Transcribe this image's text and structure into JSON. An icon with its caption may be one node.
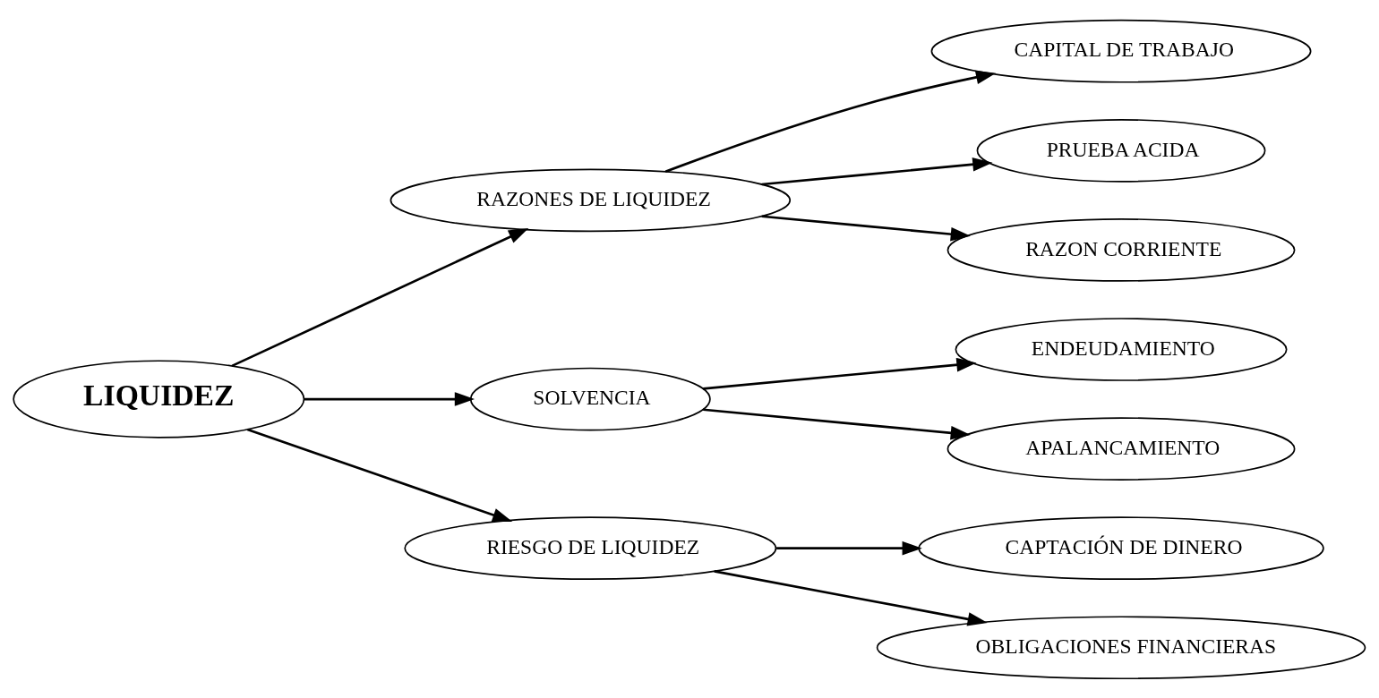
{
  "diagram": {
    "nodes": [
      {
        "text": [
          "CAPITAL DE TRABAJO"
        ]
      },
      {
        "text": [
          "PRUEBA ACIDA"
        ]
      },
      {
        "text": [
          "RAZON CORRIENTE"
        ]
      },
      {
        "text": [
          "RAZONES DE LIQUIDEZ"
        ]
      },
      {
        "text": [
          "ENDEUDAMIENTO"
        ]
      },
      {
        "text": [
          "LIQUIDEZ"
        ]
      },
      {
        "text": [
          "SOLVENCIA"
        ]
      },
      {
        "text": [
          "APALANCAMIENTO"
        ]
      },
      {
        "text": [
          "RIESGO DE LIQUIDEZ"
        ]
      },
      {
        "text": [
          "CAPTACIÓN DE DINERO"
        ]
      },
      {
        "text": [
          "OBLIGACIONES FINANCIERAS"
        ]
      }
    ],
    "edges": [
      {
        "from": 3,
        "to": 0,
        "arrow": "to"
      },
      {
        "from": 3,
        "to": 1,
        "arrow": "to"
      },
      {
        "from": 3,
        "to": 2,
        "arrow": "to"
      },
      {
        "from": 5,
        "to": 3,
        "arrow": "to"
      },
      {
        "from": 6,
        "to": 4,
        "arrow": "to"
      },
      {
        "from": 5,
        "to": 6,
        "arrow": "to"
      },
      {
        "from": 6,
        "to": 7,
        "arrow": "to"
      },
      {
        "from": 5,
        "to": 8,
        "arrow": "to"
      },
      {
        "from": 8,
        "to": 9,
        "arrow": "to"
      },
      {
        "from": 8,
        "to": 10,
        "arrow": "to"
      }
    ]
  }
}
